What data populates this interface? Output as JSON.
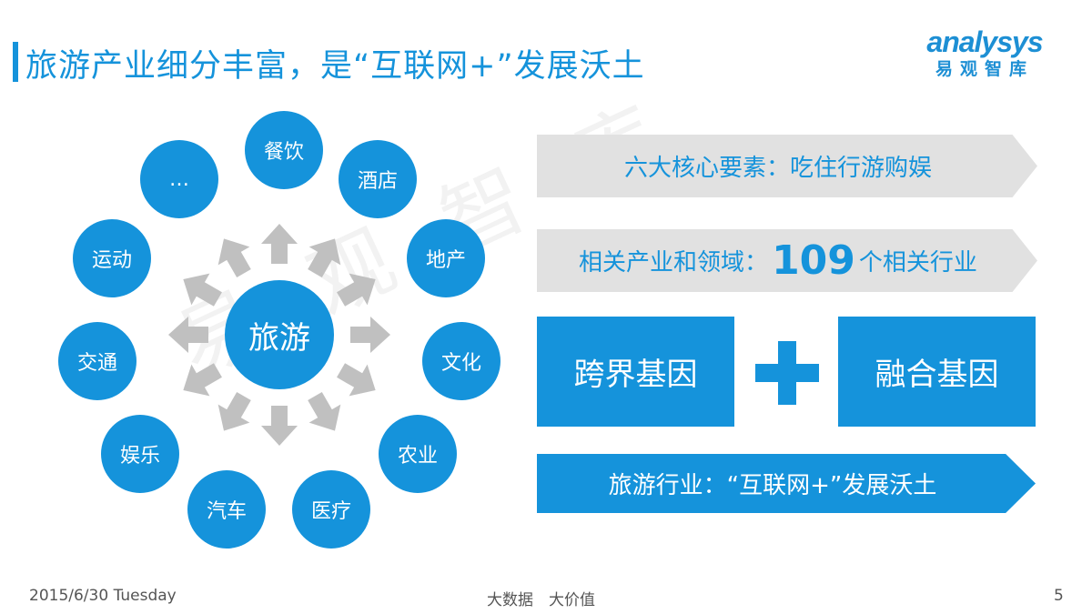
{
  "title": "旅游产业细分丰富，是“互联网+”发展沃土",
  "logo": {
    "en": "analysys",
    "cn": "易观智库"
  },
  "watermark": "易观智库",
  "diagram": {
    "center": "旅游",
    "items": [
      "餐饮",
      "酒店",
      "地产",
      "文化",
      "农业",
      "医疗",
      "汽车",
      "娱乐",
      "交通",
      "运动",
      "…"
    ]
  },
  "right": {
    "banner1": "六大核心要素：吃住行游购娱",
    "banner2_prefix": "相关产业和领域：",
    "banner2_number": "109",
    "banner2_suffix": "个相关行业",
    "box_left": "跨界基因",
    "box_right": "融合基因",
    "banner3": "旅游行业：“互联网+”发展沃土"
  },
  "footer": {
    "date": "2015/6/30 Tuesday",
    "center": "大数据　大价值",
    "page": "5"
  },
  "colors": {
    "accent": "#1593db",
    "arrow": "#c0c0c0",
    "banner": "#e1e1e1"
  }
}
